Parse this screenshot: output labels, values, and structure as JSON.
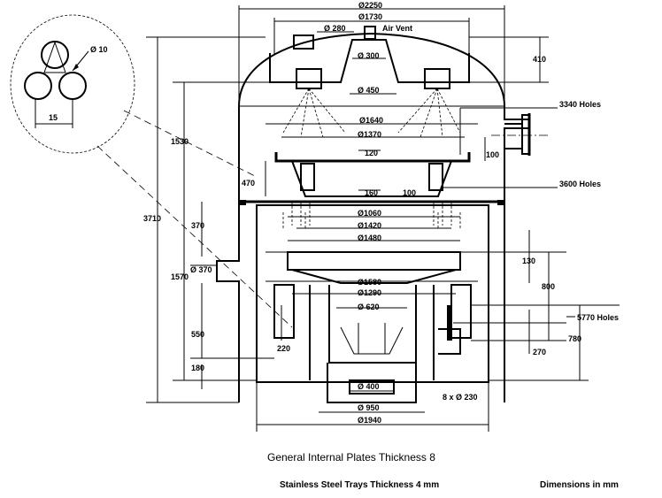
{
  "dimensions": {
    "d2250": "Ø2250",
    "d1730": "Ø1730",
    "d280": "Ø 280",
    "air_vent": "Air Vent",
    "d300": "Ø 300",
    "h410": "410",
    "d450": "Ø 450",
    "d1640": "Ø1640",
    "d1370": "Ø1370",
    "w120": "120",
    "holes3340": "3340 Holes",
    "v100a": "100",
    "h1530": "1530",
    "h470": "470",
    "w160": "160",
    "w100": "100",
    "holes3600": "3600 Holes",
    "d1060": "Ø1060",
    "d1420": "Ø1420",
    "h3710": "3710",
    "h370": "370",
    "d1480": "Ø1480",
    "d370": "Ø 370",
    "h130": "130",
    "h1570": "1570",
    "d1580": "Ø1580",
    "h800": "800",
    "d1290": "Ø1290",
    "d620": "Ø 620",
    "holes5770": "5770 Holes",
    "h550": "550",
    "h780": "780",
    "h220": "220",
    "h270": "270",
    "h180": "180",
    "d400": "Ø 400",
    "pipes": "8 x Ø 230",
    "d950": "Ø 950",
    "d1940": "Ø1940",
    "detail_d10": "Ø 10",
    "detail_15": "15"
  },
  "captions": {
    "plates": "General Internal Plates Thickness 8",
    "trays": "Stainless Steel Trays Thickness 4 mm",
    "units": "Dimensions in mm"
  }
}
